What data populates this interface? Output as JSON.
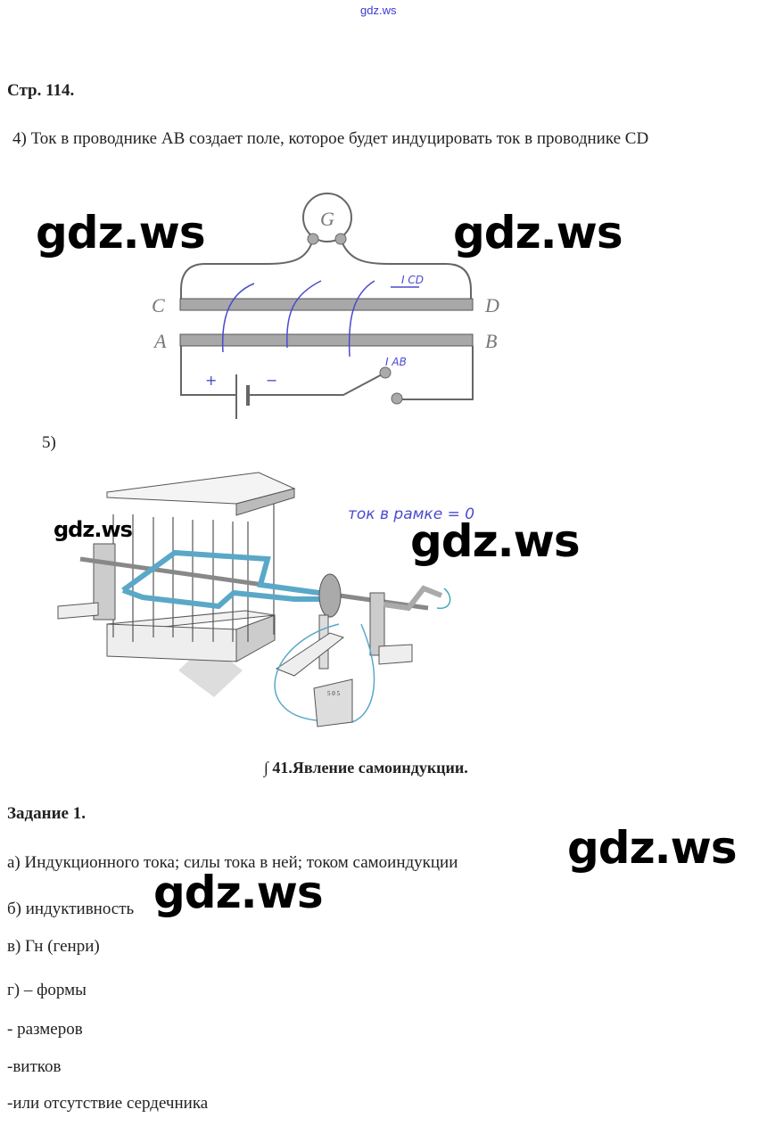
{
  "header": {
    "site_link": "gdz.ws"
  },
  "page_ref": "Стр. 114.",
  "item4": {
    "text": "4)   Ток в проводнике АВ создает поле, которое будет индуцировать ток в проводнике CD",
    "figure": {
      "galvanometer": "G",
      "label_c": "C",
      "label_d": "D",
      "label_a": "A",
      "label_b": "B",
      "plus": "+",
      "minus": "−",
      "current_cd": "I CD",
      "current_ab": "I AB"
    }
  },
  "item5": {
    "label": "5)",
    "figure": {
      "note": "ток в рамке = 0",
      "meter_scale": "5 0 5"
    }
  },
  "section_title": "∫ 41.Явление самоиндукции.",
  "task": {
    "title": "Задание 1.",
    "lines": [
      "а) Индукционного тока; силы тока в ней; током самоиндукции",
      "б) индуктивность",
      "в) Гн (генри)",
      "г) – формы",
      "- размеров",
      "-витков",
      "-или отсутствие сердечника"
    ]
  },
  "watermarks": [
    "gdz.ws",
    "gdz.ws",
    "gdz.ws",
    "gdz.ws",
    "gdz.ws",
    "gdz.ws"
  ],
  "colors": {
    "link": "#3a3ad8",
    "handwriting": "#4a4ad0",
    "loop": "#5aa8c8"
  }
}
